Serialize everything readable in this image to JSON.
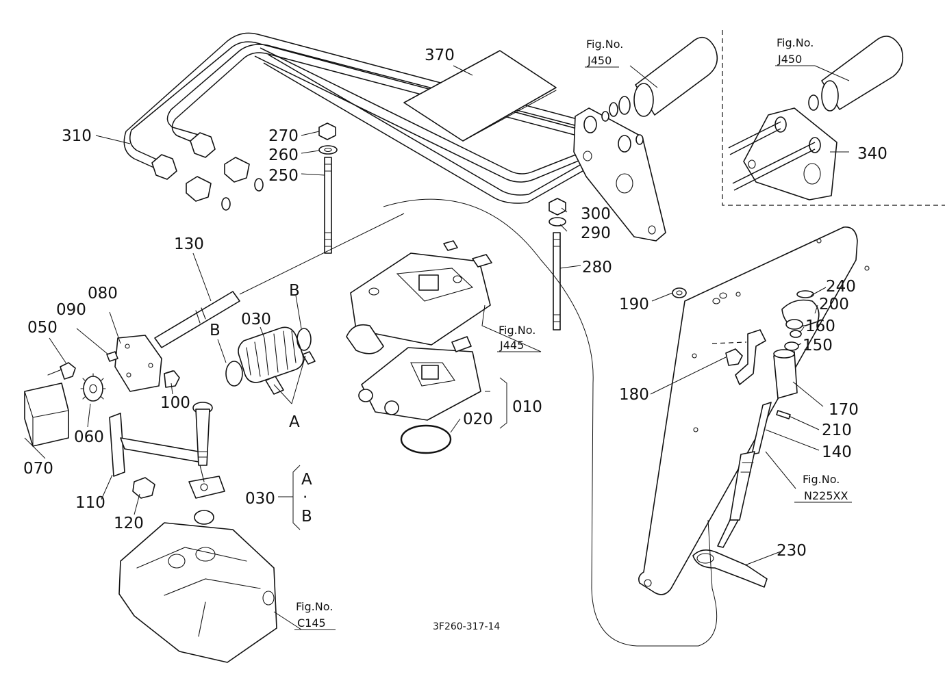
{
  "callouts": [
    {
      "id": "c370",
      "text": "370"
    },
    {
      "id": "c310",
      "text": "310"
    },
    {
      "id": "c270",
      "text": "270"
    },
    {
      "id": "c260",
      "text": "260"
    },
    {
      "id": "c250",
      "text": "250"
    },
    {
      "id": "c300",
      "text": "300"
    },
    {
      "id": "c290",
      "text": "290"
    },
    {
      "id": "c280",
      "text": "280"
    },
    {
      "id": "c340",
      "text": "340"
    },
    {
      "id": "c130",
      "text": "130"
    },
    {
      "id": "c080",
      "text": "080"
    },
    {
      "id": "c090",
      "text": "090"
    },
    {
      "id": "c050",
      "text": "050"
    },
    {
      "id": "c030",
      "text": "030"
    },
    {
      "id": "cB1",
      "text": "B"
    },
    {
      "id": "cB2",
      "text": "B"
    },
    {
      "id": "cA",
      "text": "A"
    },
    {
      "id": "c100",
      "text": "100"
    },
    {
      "id": "c060",
      "text": "060"
    },
    {
      "id": "c070",
      "text": "070"
    },
    {
      "id": "c110",
      "text": "110"
    },
    {
      "id": "c120",
      "text": "120"
    },
    {
      "id": "c010",
      "text": "010"
    },
    {
      "id": "c020",
      "text": "020"
    },
    {
      "id": "c030b",
      "text": "030"
    },
    {
      "id": "cKA",
      "text": "A"
    },
    {
      "id": "cKdot",
      "text": "·"
    },
    {
      "id": "cKB",
      "text": "B"
    },
    {
      "id": "c240",
      "text": "240"
    },
    {
      "id": "c200",
      "text": "200"
    },
    {
      "id": "c160",
      "text": "160"
    },
    {
      "id": "c150",
      "text": "150"
    },
    {
      "id": "c190",
      "text": "190"
    },
    {
      "id": "c180",
      "text": "180"
    },
    {
      "id": "c170",
      "text": "170"
    },
    {
      "id": "c210",
      "text": "210"
    },
    {
      "id": "c140",
      "text": "140"
    },
    {
      "id": "c230",
      "text": "230"
    }
  ],
  "figure_refs": [
    {
      "id": "f1",
      "line1": "Fig.No.",
      "line2": "J450"
    },
    {
      "id": "f2",
      "line1": "Fig.No.",
      "line2": "J450"
    },
    {
      "id": "f3",
      "line1": "Fig.No.",
      "line2": "J445"
    },
    {
      "id": "f4",
      "line1": "Fig.No.",
      "line2": "N225XX"
    },
    {
      "id": "f5",
      "line1": "Fig.No.",
      "line2": "C145"
    }
  ],
  "drawing_code": "3F260-317-14"
}
